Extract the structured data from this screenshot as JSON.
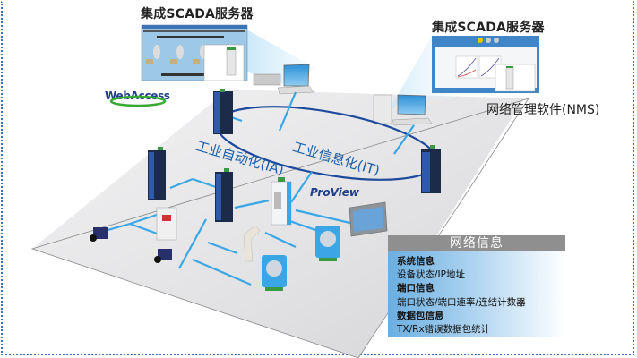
{
  "titles": {
    "scada_left": "集成SCADA服务器",
    "scada_right": "集成SCADA服务器",
    "nms": "网络管理软件(NMS)"
  },
  "zones": {
    "ia": "工业自动化(IA)",
    "it": "工业信息化(IT)"
  },
  "logos": {
    "webaccess": "WebAccess",
    "proview": "ProView"
  },
  "info_panel": {
    "title": "网络信息",
    "lines": [
      {
        "text": "系统信息",
        "bold": true
      },
      {
        "text": "设备状态/IP地址",
        "bold": false
      },
      {
        "text": "端口信息",
        "bold": true
      },
      {
        "text": "端口状态/端口速率/连结计数器",
        "bold": false
      },
      {
        "text": "数据包信息",
        "bold": true
      },
      {
        "text": "TX/Rx错误数据包统计",
        "bold": false
      }
    ]
  },
  "colors": {
    "frame_dots": "#3b6fc4",
    "ring_line": "#1d4a9c",
    "branch_line": "#3aa6e6",
    "floor": "#e4e4e6",
    "info_header": "#8f8f8f",
    "info_gradient_start": "#6aaee0",
    "zone_text": "#1a5fa8"
  }
}
